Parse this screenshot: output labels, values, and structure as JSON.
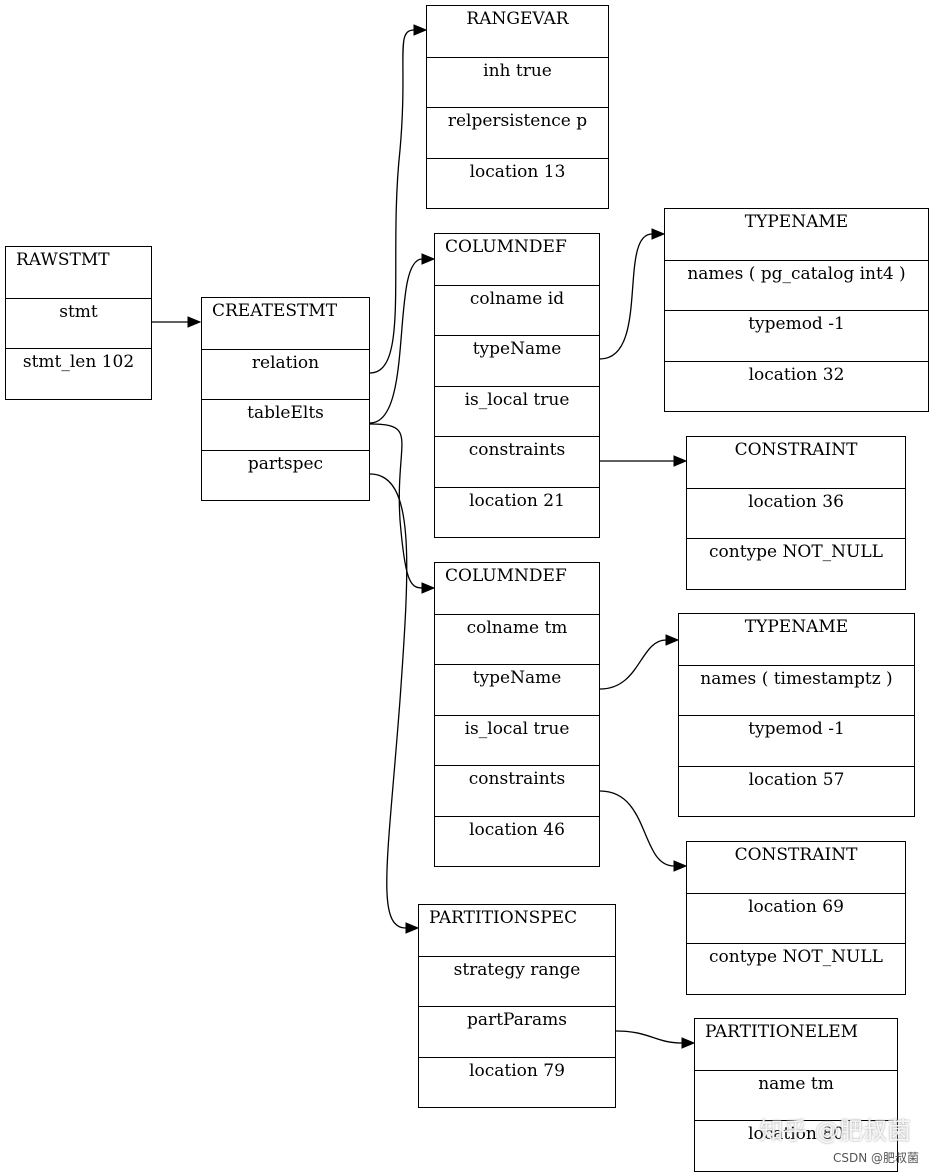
{
  "nodes": {
    "rawstmt": {
      "title": "RAWSTMT",
      "rows": [
        "stmt",
        "stmt_len 102"
      ]
    },
    "createstmt": {
      "title": "CREATESTMT",
      "rows": [
        "relation",
        "tableElts",
        "partspec"
      ]
    },
    "rangevar": {
      "title": "RANGEVAR",
      "rows": [
        "inh true",
        "relpersistence p",
        "location 13"
      ]
    },
    "columndef1": {
      "title": "COLUMNDEF",
      "rows": [
        "colname id",
        "typeName",
        "is_local true",
        "constraints",
        "location 21"
      ]
    },
    "typename1": {
      "title": "TYPENAME",
      "rows": [
        "names ( pg_catalog int4 )",
        "typemod -1",
        "location 32"
      ]
    },
    "constraint1": {
      "title": "CONSTRAINT",
      "rows": [
        "location 36",
        "contype NOT_NULL"
      ]
    },
    "columndef2": {
      "title": "COLUMNDEF",
      "rows": [
        "colname tm",
        "typeName",
        "is_local true",
        "constraints",
        "location 46"
      ]
    },
    "typename2": {
      "title": "TYPENAME",
      "rows": [
        "names ( timestamptz )",
        "typemod -1",
        "location 57"
      ]
    },
    "constraint2": {
      "title": "CONSTRAINT",
      "rows": [
        "location 69",
        "contype NOT_NULL"
      ]
    },
    "partitionspec": {
      "title": "PARTITIONSPEC",
      "rows": [
        "strategy range",
        "partParams",
        "location 79"
      ]
    },
    "partitionelem": {
      "title": "PARTITIONELEM",
      "rows": [
        "name tm",
        "location 80"
      ]
    }
  },
  "watermark": {
    "main": "知乎 @肥叔菌",
    "sub": "CSDN @肥叔菌"
  }
}
